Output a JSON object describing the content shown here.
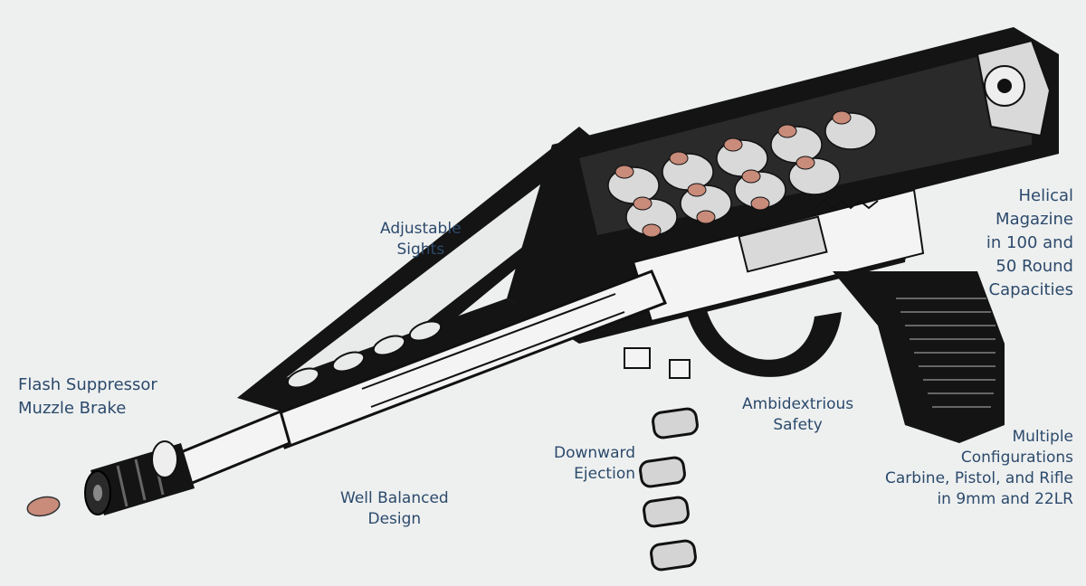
{
  "labels": {
    "adjustable_sights": [
      "Adjustable",
      "Sights"
    ],
    "helical_magazine": [
      "Helical",
      "Magazine",
      "in 100 and",
      "50 Round",
      "Capacities"
    ],
    "flash_suppressor": [
      "Flash Suppressor",
      "Muzzle Brake"
    ],
    "ambidextrious_safety": [
      "Ambidextrious",
      "Safety"
    ],
    "downward_ejection": [
      "Downward",
      "Ejection"
    ],
    "well_balanced": [
      "Well Balanced",
      "Design"
    ],
    "multiple_configurations": [
      "Multiple",
      "Configurations",
      "Carbine, Pistol, and Rifle",
      "in 9mm and 22LR"
    ]
  },
  "colors": {
    "background": "#eef0f0",
    "label_text": "#2c4a6b",
    "gun_body": "#141414",
    "cartridge_tip": "#c98b7a",
    "metal_light": "#f4f4f4"
  }
}
